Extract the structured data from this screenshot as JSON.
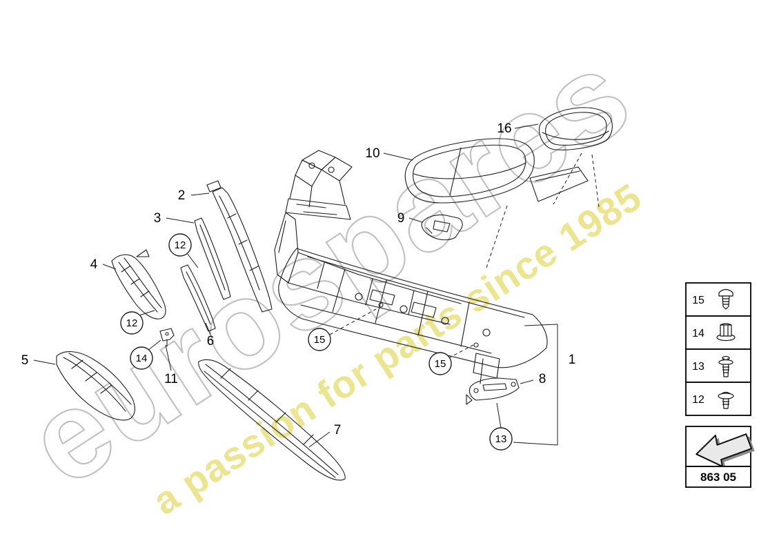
{
  "watermark": {
    "brand": "eurospares",
    "tagline": "a passion for parts since 1985"
  },
  "callouts": {
    "1": "1",
    "2": "2",
    "3": "3",
    "4": "4",
    "5": "5",
    "6": "6",
    "7": "7",
    "8": "8",
    "9": "9",
    "10": "10",
    "11": "11",
    "12": "12",
    "13": "13",
    "14": "14",
    "15": "15",
    "16": "16"
  },
  "legend": {
    "rows": [
      {
        "label": "15",
        "icon": "torx-screw"
      },
      {
        "label": "14",
        "icon": "flange-nut"
      },
      {
        "label": "13",
        "icon": "expander-rivet"
      },
      {
        "label": "12",
        "icon": "washer-head-screw"
      }
    ]
  },
  "part_code": {
    "label": "863 05"
  }
}
